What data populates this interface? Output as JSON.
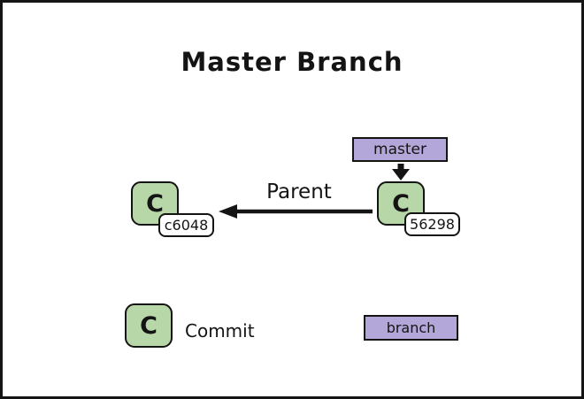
{
  "title": "Master Branch",
  "master_pointer": {
    "label": "master"
  },
  "parent_arrow": {
    "label": "Parent"
  },
  "commits": [
    {
      "symbol": "C",
      "id": "c6048"
    },
    {
      "symbol": "C",
      "id": "56298"
    }
  ],
  "legend": {
    "commit_symbol": "C",
    "commit_label": "Commit",
    "branch_label": "branch"
  },
  "colors": {
    "commit_fill": "#b7d7a8",
    "branch_fill": "#b3a6d9",
    "outline": "#141414",
    "background": "#ffffff"
  }
}
